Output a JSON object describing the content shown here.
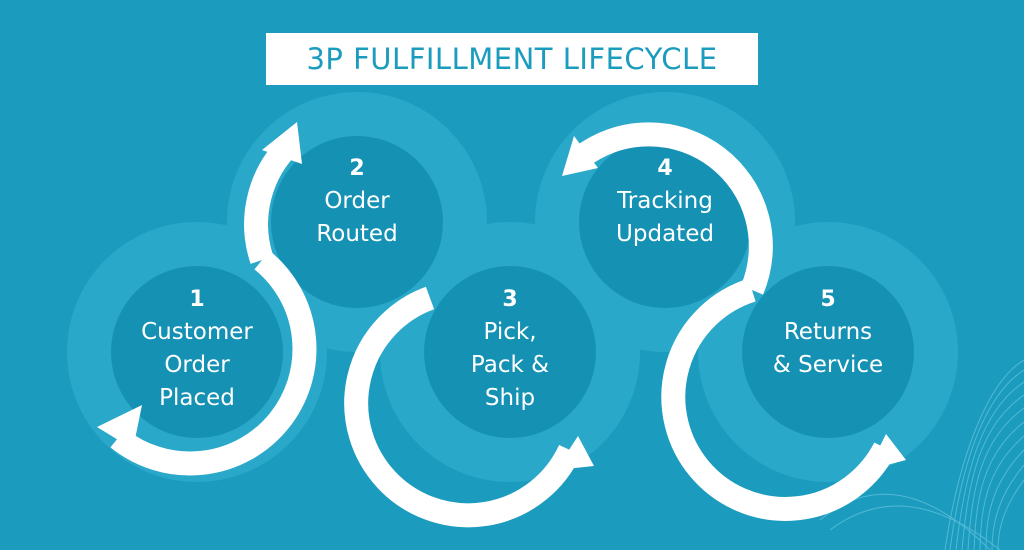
{
  "title": "3P FULFILLMENT LIFECYCLE",
  "stages": [
    {
      "number": "1",
      "line1": "Customer",
      "line2": "Order",
      "line3": "Placed"
    },
    {
      "number": "2",
      "line1": "Order",
      "line2": "Routed",
      "line3": ""
    },
    {
      "number": "3",
      "line1": "Pick,",
      "line2": "Pack &",
      "line3": "Ship"
    },
    {
      "number": "4",
      "line1": "Tracking",
      "line2": "Updated",
      "line3": ""
    },
    {
      "number": "5",
      "line1": "Returns",
      "line2": "& Service",
      "line3": ""
    }
  ],
  "colors": {
    "background": "#1b9cbf",
    "halo": "#2aa8c9",
    "inner": "#1591b4",
    "arrow": "#ffffff",
    "title_text": "#1b9cbf"
  }
}
